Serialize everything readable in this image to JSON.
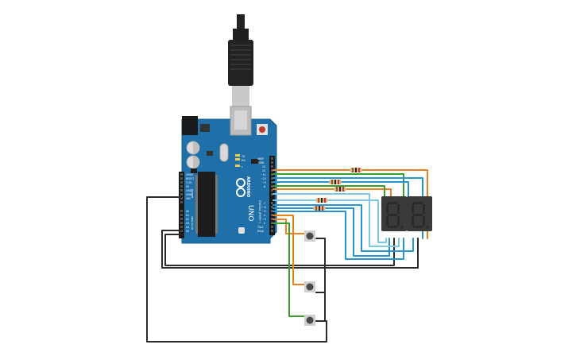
{
  "board": {
    "brand": "ARDUINO",
    "model": "UNO",
    "labels": {
      "aref": "AREF",
      "gnd": "GND",
      "d13": "13",
      "d12": "12",
      "d11": "~11",
      "d10": "~10",
      "d9": "~9",
      "d8": "8",
      "d7": "7",
      "d6": "~6",
      "d5": "~5",
      "d4": "4",
      "d3": "~3",
      "d2": "2",
      "tx": "TX▸1",
      "rx": "RX◂0",
      "digital": "DIGITAL (PWM~)",
      "l_led": "L",
      "tx_led": "TX",
      "rx_led": "RX",
      "ioref": "IOREF",
      "reset": "RESET",
      "v33": "3.3V",
      "v5": "5V",
      "gnd1": "GND",
      "gnd2": "GND",
      "vin": "VIN",
      "a0": "A0",
      "a1": "A1",
      "a2": "A2",
      "a3": "A3",
      "a4": "A4",
      "a5": "A5",
      "power": "POWER",
      "analog_in": "ANALOG IN"
    }
  },
  "colors": {
    "board": "#1f6fa8",
    "board_edge": "#175b8c",
    "wire_black": "#2b2b2b",
    "wire_orange": "#e8821e",
    "wire_green": "#3a9e2e",
    "wire_blue": "#2596d1",
    "wire_lightblue": "#7ec8e3",
    "display": "#3a3a3a",
    "button": "#4a4a4a"
  },
  "components": {
    "usb_cable": "usb-cable",
    "resistors": 5,
    "displays": 2,
    "buttons": 3
  }
}
